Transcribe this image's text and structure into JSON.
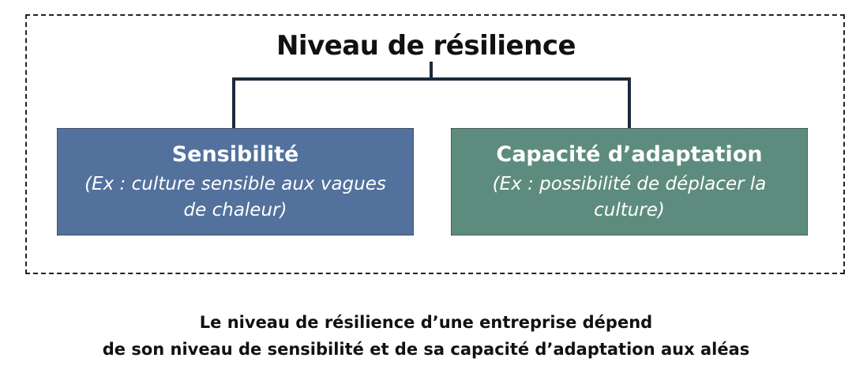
{
  "diagram": {
    "title": "Niveau de résilience",
    "boxes": [
      {
        "title": "Sensibilité",
        "description": "(Ex : culture sensible aux vagues de chaleur)",
        "color": "#52719c"
      },
      {
        "title": "Capacité d’adaptation",
        "description": "(Ex : possibilité de déplacer la culture)",
        "color": "#5d8c7e"
      }
    ],
    "connector_color": "#1c2a3a"
  },
  "caption": {
    "line1": "Le niveau de résilience d’une entreprise dépend",
    "line2": "de son niveau de sensibilité et de sa capacité d’adaptation aux aléas"
  }
}
